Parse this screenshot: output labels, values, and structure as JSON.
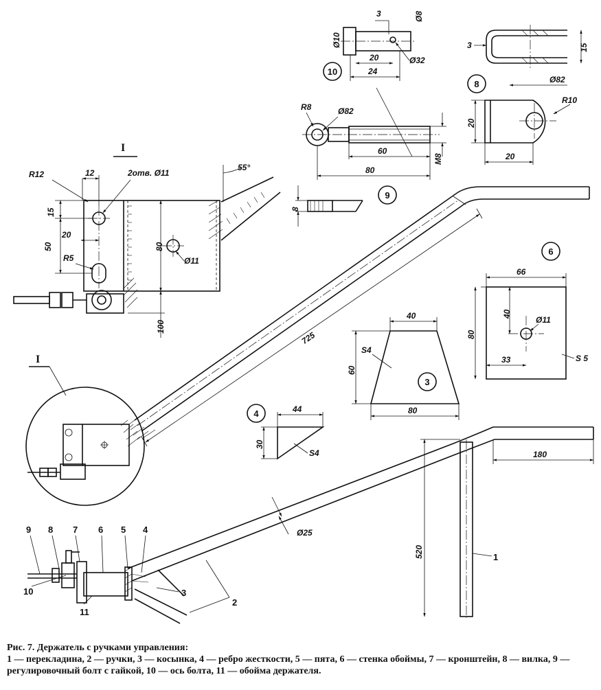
{
  "section_mark": "I",
  "callout_mark": "I",
  "dims": {
    "r12": "R12",
    "d12": "12",
    "holes": "2отв. Ø11",
    "a55": "55°",
    "d15": "15",
    "d50": "50",
    "d20": "20",
    "r5": "R5",
    "d80": "80",
    "h11": "Ø11",
    "d100": "100",
    "d8": "8",
    "d725": "725",
    "d10_dia": "Ø10",
    "d3_top": "3",
    "d8_dia": "Ø8",
    "d20_b": "20",
    "d24": "24",
    "d32": "Ø32",
    "p8_3": "3",
    "p8_15": "15",
    "p8_82": "Ø82",
    "p8_20": "20",
    "p8_20b": "20",
    "p8_r10": "R10",
    "r8": "R8",
    "p9_82": "Ø82",
    "d60": "60",
    "m8": "M8",
    "d80b": "80",
    "p6_66": "66",
    "p6_40": "40",
    "p6_11": "Ø11",
    "p6_80": "80",
    "p6_33": "33",
    "p6_s5": "S 5",
    "p3_40": "40",
    "p3_s4": "S4",
    "p3_60": "60",
    "p3_80": "80",
    "p4_44": "44",
    "p4_30": "30",
    "p4_s4": "S4",
    "d180": "180",
    "d520": "520",
    "d25": "Ø25"
  },
  "part_circles": {
    "p10": "10",
    "p8": "8",
    "p9": "9",
    "p6": "6",
    "p3": "3",
    "p4": "4"
  },
  "leaders": [
    "9",
    "8",
    "7",
    "6",
    "5",
    "4",
    "3",
    "2",
    "1",
    "10",
    "11"
  ],
  "caption": {
    "title": "Рис. 7. Держатель с ручками управления:",
    "legend": "1 — перекладина, 2 — ручки, 3 — косынка, 4 — ребро жесткости, 5 — пята, 6 — стенка обоймы, 7 — кронштейн, 8 — вилка, 9 — регулировочный болт с гайкой, 10 — ось болта, 11 — обойма держателя."
  }
}
